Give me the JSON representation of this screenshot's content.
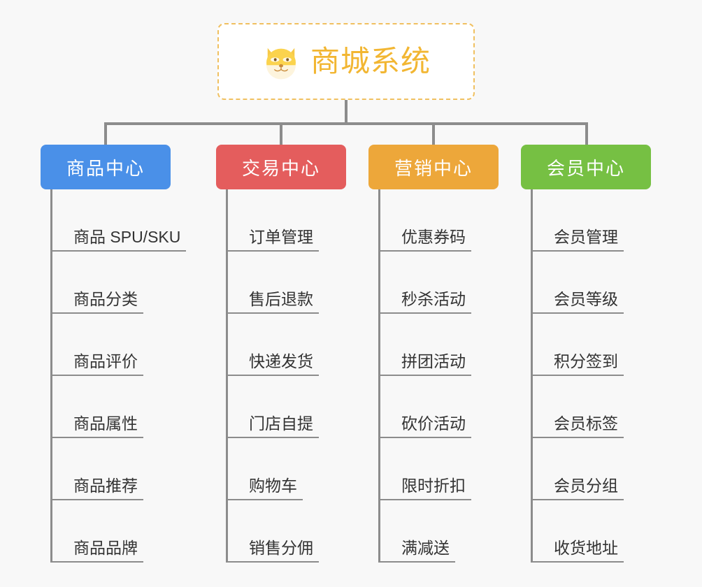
{
  "background_color": "#f8f8f8",
  "root": {
    "icon": "shiba-dog-face-icon",
    "title": "商城系统",
    "title_color": "#f2b632",
    "border_color": "#f0c060"
  },
  "connector_color": "#8c8c8c",
  "columns": [
    {
      "id": "product-center",
      "label": "商品中心",
      "color": "#4a90e8",
      "items": [
        "商品 SPU/SKU",
        "商品分类",
        "商品评价",
        "商品属性",
        "商品推荐",
        "商品品牌"
      ]
    },
    {
      "id": "trade-center",
      "label": "交易中心",
      "color": "#e45d5d",
      "items": [
        "订单管理",
        "售后退款",
        "快递发货",
        "门店自提",
        "购物车",
        "销售分佣"
      ]
    },
    {
      "id": "marketing-center",
      "label": "营销中心",
      "color": "#eda73a",
      "items": [
        "优惠券码",
        "秒杀活动",
        "拼团活动",
        "砍价活动",
        "限时折扣",
        "满减送"
      ]
    },
    {
      "id": "member-center",
      "label": "会员中心",
      "color": "#76c043",
      "items": [
        "会员管理",
        "会员等级",
        "积分签到",
        "会员标签",
        "会员分组",
        "收货地址"
      ]
    }
  ]
}
